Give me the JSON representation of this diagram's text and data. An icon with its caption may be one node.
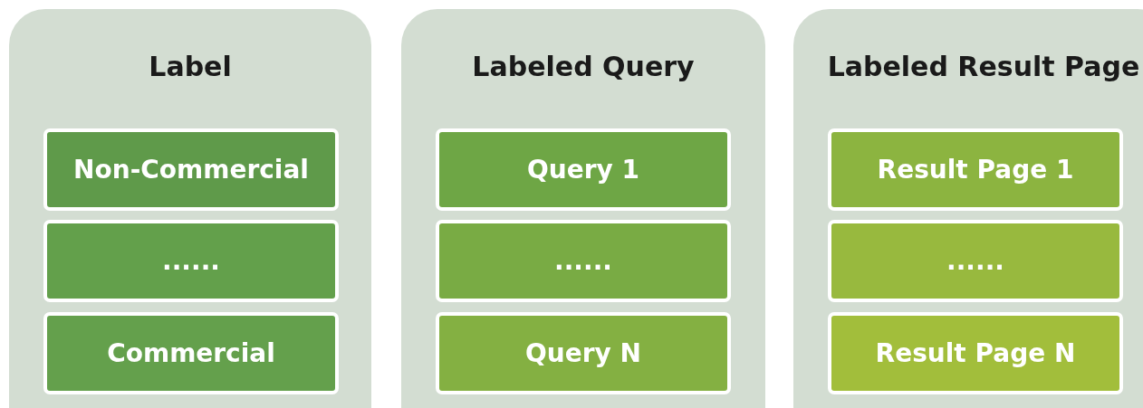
{
  "diagram": {
    "nodes": [
      {
        "text": [
          "Label"
        ]
      },
      {
        "text": [
          "Non-Commercial"
        ],
        "in": 0
      },
      {
        "text": [
          "......"
        ],
        "in": 0
      },
      {
        "text": [
          "Commercial"
        ],
        "in": 0
      },
      {
        "text": [
          "Labeled Query"
        ]
      },
      {
        "text": [
          "Query 1"
        ],
        "in": 4
      },
      {
        "text": [
          "......"
        ],
        "in": 4
      },
      {
        "text": [
          "Query N"
        ],
        "in": 4
      },
      {
        "text": [
          "Labeled Result Page"
        ]
      },
      {
        "text": [
          "Result Page 1"
        ],
        "in": 8
      },
      {
        "text": [
          "......"
        ],
        "in": 8
      },
      {
        "text": [
          "Result Page N"
        ],
        "in": 8
      }
    ]
  }
}
